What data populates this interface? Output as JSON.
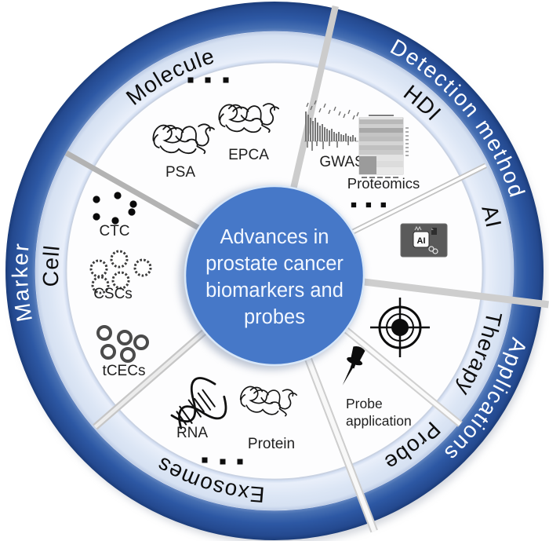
{
  "figure": {
    "center": {
      "line1": "Advances in",
      "line2": "prostate cancer",
      "line3": "biomarkers and",
      "line4": "probes"
    },
    "outer_ring": {
      "marker": "Marker",
      "detection_method": "Detection method",
      "applications": "Applications"
    },
    "inner_ring": {
      "molecule": "Molecule",
      "hdi": "HDI",
      "ai": "AI",
      "therapy": "Therapy",
      "probe": "Probe",
      "exosomes": "Exosomes",
      "cell": "Cell"
    },
    "items": {
      "psa": "PSA",
      "epca": "EPCA",
      "ctc": "CTC",
      "cscs": "CSCs",
      "tcecs": "tCECs",
      "rna": "RNA",
      "protein": "Protein",
      "gwas": "GWAS",
      "proteomics": "Proteomics",
      "probe_application_line1": "Probe",
      "probe_application_line2": "application",
      "ai_chip": "AI"
    },
    "colors": {
      "outer_ring": "#2a55a0",
      "inner_ring": "#dce6f5",
      "center_circle": "#4678c8",
      "center_text": "#f2f7ff",
      "divider": "#c8c8c8"
    }
  }
}
